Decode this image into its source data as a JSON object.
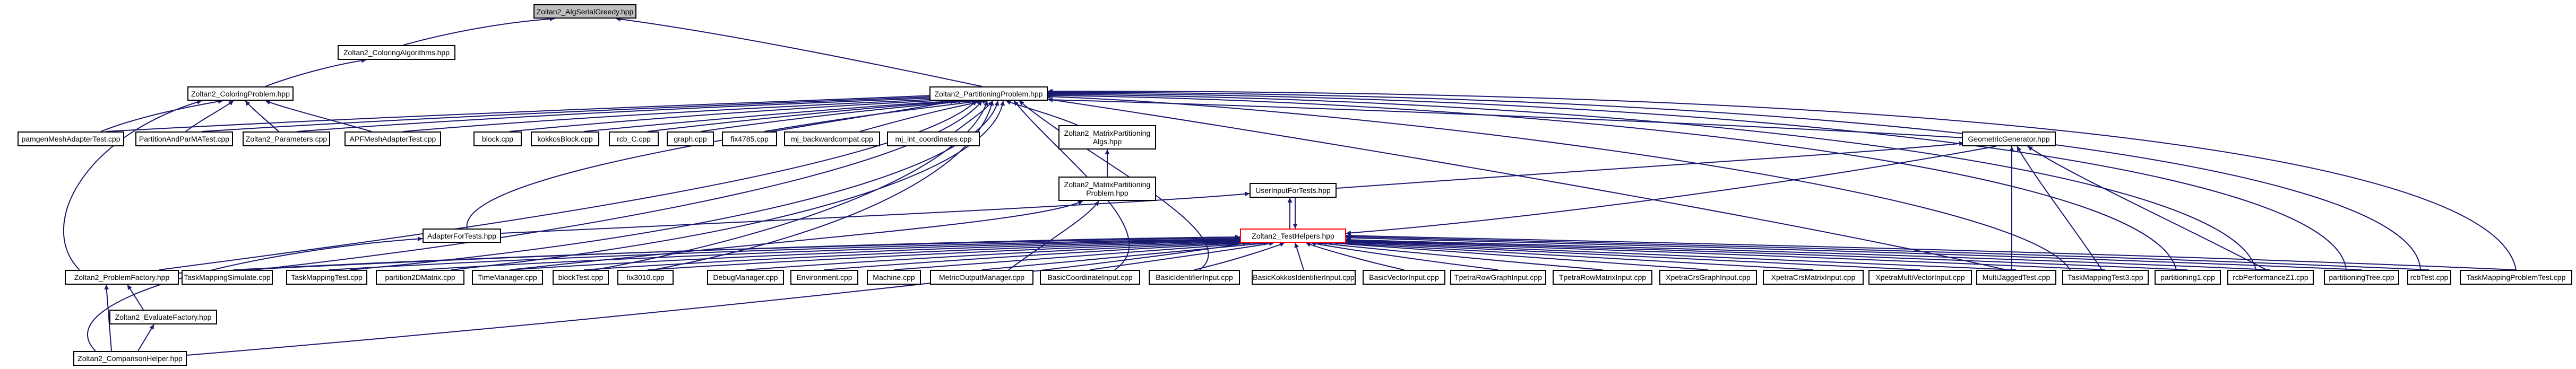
{
  "nodes": {
    "algSerialGreedy": "Zoltan2_AlgSerialGreedy.hpp",
    "coloringAlgorithms": "Zoltan2_ColoringAlgorithms.hpp",
    "coloringProblem": "Zoltan2_ColoringProblem.hpp",
    "partitioningProblem": "Zoltan2_PartitioningProblem.hpp",
    "pamgenMeshAdapterTest": "pamgenMeshAdapterTest.cpp",
    "partitionAndParMATest": "PartitionAndParMATest.cpp",
    "parameters": "Zoltan2_Parameters.cpp",
    "apfMeshAdapterTest": "APFMeshAdapterTest.cpp",
    "block": "block.cpp",
    "kokkosBlock": "kokkosBlock.cpp",
    "rcbC": "rcb_C.cpp",
    "graph": "graph.cpp",
    "fix4785": "fix4785.cpp",
    "mjBackwardcompat": "mj_backwardcompat.cpp",
    "mjIntCoordinates": "mj_int_coordinates.cpp",
    "matrixPartitioningAlgs": "Zoltan2_MatrixPartitioning\nAlgs.hpp",
    "matrixPartitioningProblem": "Zoltan2_MatrixPartitioning\nProblem.hpp",
    "geometricGenerator": "GeometricGenerator.hpp",
    "userInputForTests": "UserInputForTests.hpp",
    "adapterForTests": "AdapterForTests.hpp",
    "testHelpers": "Zoltan2_TestHelpers.hpp",
    "problemFactory": "Zoltan2_ProblemFactory.hpp",
    "taskMappingSimulate": "TaskMappingSimulate.cpp",
    "taskMappingTest": "TaskMappingTest.cpp",
    "partition2DMatrix": "partition2DMatrix.cpp",
    "timeManager": "TimeManager.cpp",
    "blockTest": "blockTest.cpp",
    "fix3010": "fix3010.cpp",
    "debugManager": "DebugManager.cpp",
    "environment": "Environment.cpp",
    "machine": "Machine.cpp",
    "metricOutputManager": "MetricOutputManager.cpp",
    "basicCoordinateInput": "BasicCoordinateInput.cpp",
    "basicIdentifierInput": "BasicIdentifierInput.cpp",
    "basicKokkosIdentifierInput": "BasicKokkosIdentifierInput.cpp",
    "basicVectorInput": "BasicVectorInput.cpp",
    "tpetraRowGraphInput": "TpetraRowGraphInput.cpp",
    "tpetraRowMatrixInput": "TpetraRowMatrixInput.cpp",
    "xpetraCrsGraphInput": "XpetraCrsGraphInput.cpp",
    "xpetraCrsMatrixInput": "XpetraCrsMatrixInput.cpp",
    "xpetraMultiVectorInput": "XpetraMultiVectorInput.cpp",
    "multiJaggedTest": "MultiJaggedTest.cpp",
    "taskMappingTest3": "TaskMappingTest3.cpp",
    "partitioning1": "partitioning1.cpp",
    "rcbPerformanceZ1": "rcbPerformanceZ1.cpp",
    "partitioningTree": "partitioningTree.cpp",
    "rcbTest": "rcbTest.cpp",
    "taskMappingProblemTest": "TaskMappingProblemTest.cpp",
    "evaluateFactory": "Zoltan2_EvaluateFactory.hpp",
    "comparisonHelper": "Zoltan2_ComparisonHelper.hpp"
  },
  "colors": {
    "edge": "#191970",
    "node_border": "#000000",
    "highlight_border": "#ff0000",
    "root_fill": "#bfbfbf"
  }
}
